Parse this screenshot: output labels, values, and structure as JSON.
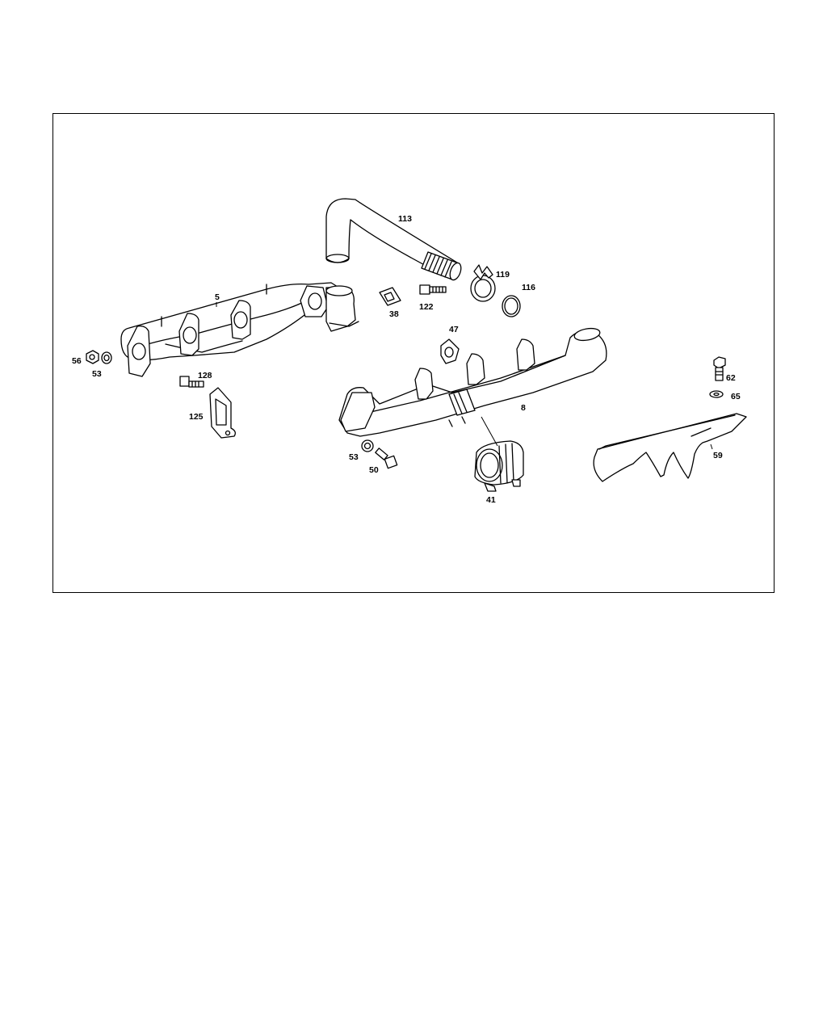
{
  "callouts": {
    "c113": "113",
    "c119": "119",
    "c116": "116",
    "c5": "5",
    "c38": "38",
    "c122": "122",
    "c47": "47",
    "c56": "56",
    "c53a": "53",
    "c128": "128",
    "c125": "125",
    "c8": "8",
    "c62": "62",
    "c65": "65",
    "c59": "59",
    "c53b": "53",
    "c50": "50",
    "c41": "41"
  }
}
